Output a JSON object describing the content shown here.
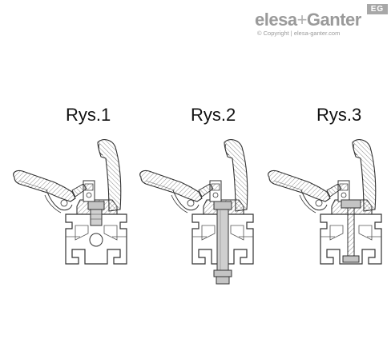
{
  "brand": {
    "name_left": "elesa",
    "name_sep": "+",
    "name_right": "Ganter",
    "badge": "EG",
    "copyright": "© Copyright | elesa-ganter.com"
  },
  "figures": [
    {
      "label": "Rys.1",
      "variant": "socket-screw"
    },
    {
      "label": "Rys.2",
      "variant": "through-bolt-nut"
    },
    {
      "label": "Rys.3",
      "variant": "tbolt"
    }
  ],
  "colors": {
    "line": "#333333",
    "hatch": "#9a9a9a",
    "metal": "#bdbdbd",
    "background": "#ffffff"
  }
}
